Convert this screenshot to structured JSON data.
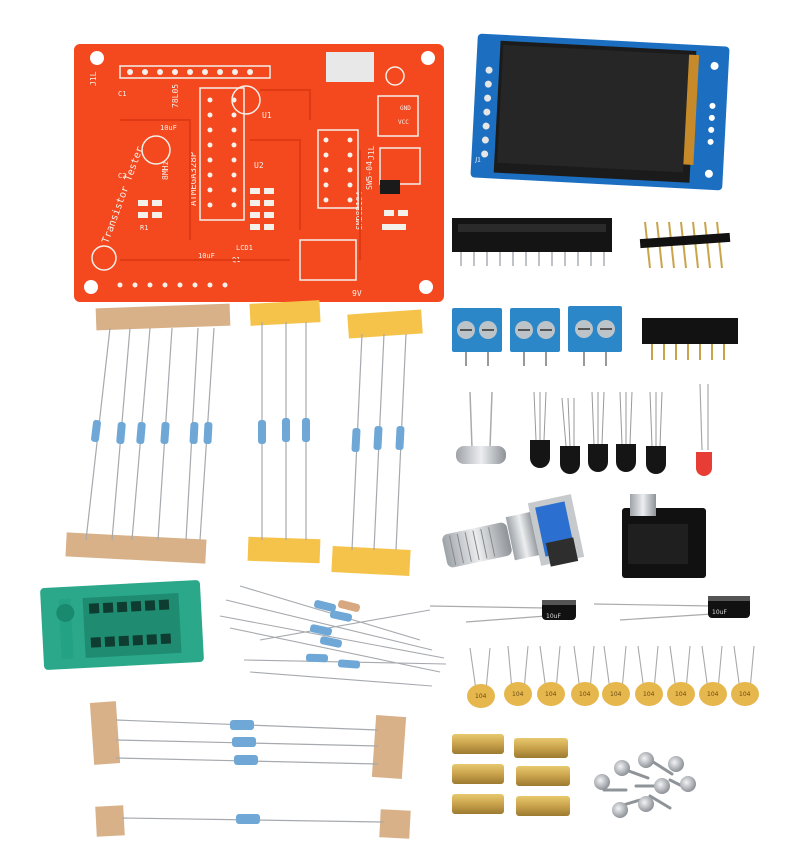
{
  "pcb": {
    "board_color": "#f4481e",
    "silk_color": "#f4f0ea",
    "labels": {
      "title": "Transistor Tester",
      "mcu": "ATMEGA328P",
      "regulator": "78L05",
      "freq": "8MHz",
      "lcd": "LCD1",
      "j1": "J1L",
      "j2": "J1L",
      "u1": "U1",
      "u2": "U2",
      "ic": "SMD8B104",
      "chip": "SW5-04",
      "power": "9V",
      "c1": "C1",
      "c2": "C2",
      "c3": "10uF",
      "c4": "10uF",
      "r1": "R1",
      "q1": "Q1",
      "gnd": "GND",
      "vcc": "VCC"
    }
  },
  "lcd": {
    "module_color": "#1c6fc0",
    "screen_color": "#1b1b1b",
    "label": "J1"
  },
  "resistor_colors": {
    "body": "#6fa8d6",
    "band1": "#3a2a1a",
    "band2": "#c8322a",
    "band3": "#1d1d1d",
    "band4": "#c9a44a"
  },
  "capacitors": {
    "electrolytic_label": "10uF",
    "ceramic_label": "104"
  },
  "colors": {
    "terminal_blue": "#2c87c8",
    "zif_green": "#2aa889",
    "tape_tan": "#d8b188",
    "tape_yellow": "#f5c34a",
    "ceramic_yellow": "#e5b74d",
    "brass": "#c9a24b",
    "screw_silver": "#b9bcc1",
    "led_red": "#e4281e"
  }
}
